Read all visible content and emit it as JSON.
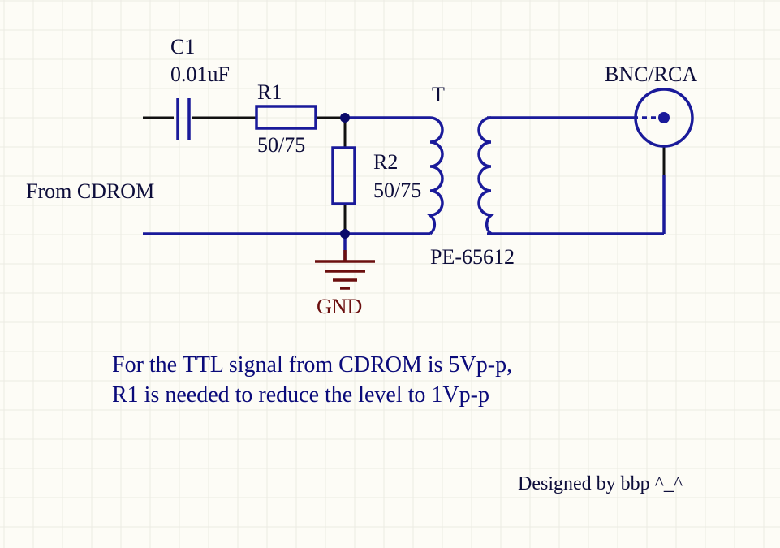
{
  "components": {
    "c1": {
      "ref": "C1",
      "value": "0.01uF"
    },
    "r1": {
      "ref": "R1",
      "value": "50/75"
    },
    "r2": {
      "ref": "R2",
      "value": "50/75"
    },
    "transformer": {
      "ref": "T",
      "part": "PE-65612"
    },
    "connector": {
      "ref": "BNC/RCA"
    },
    "ground": {
      "label": "GND"
    }
  },
  "labels": {
    "input": "From CDROM"
  },
  "notes": {
    "line1": "For the TTL signal from CDROM is 5Vp-p,",
    "line2": "R1 is needed to reduce the level to 1Vp-p"
  },
  "credit": "Designed by bbp ^_^",
  "colors": {
    "background": "#fdfcf6",
    "grid": "#ecebe3",
    "wire": "#1a1a9a",
    "component_pin": "#111111",
    "ground": "#6b0f0f",
    "junction": "#0a0a6a"
  }
}
